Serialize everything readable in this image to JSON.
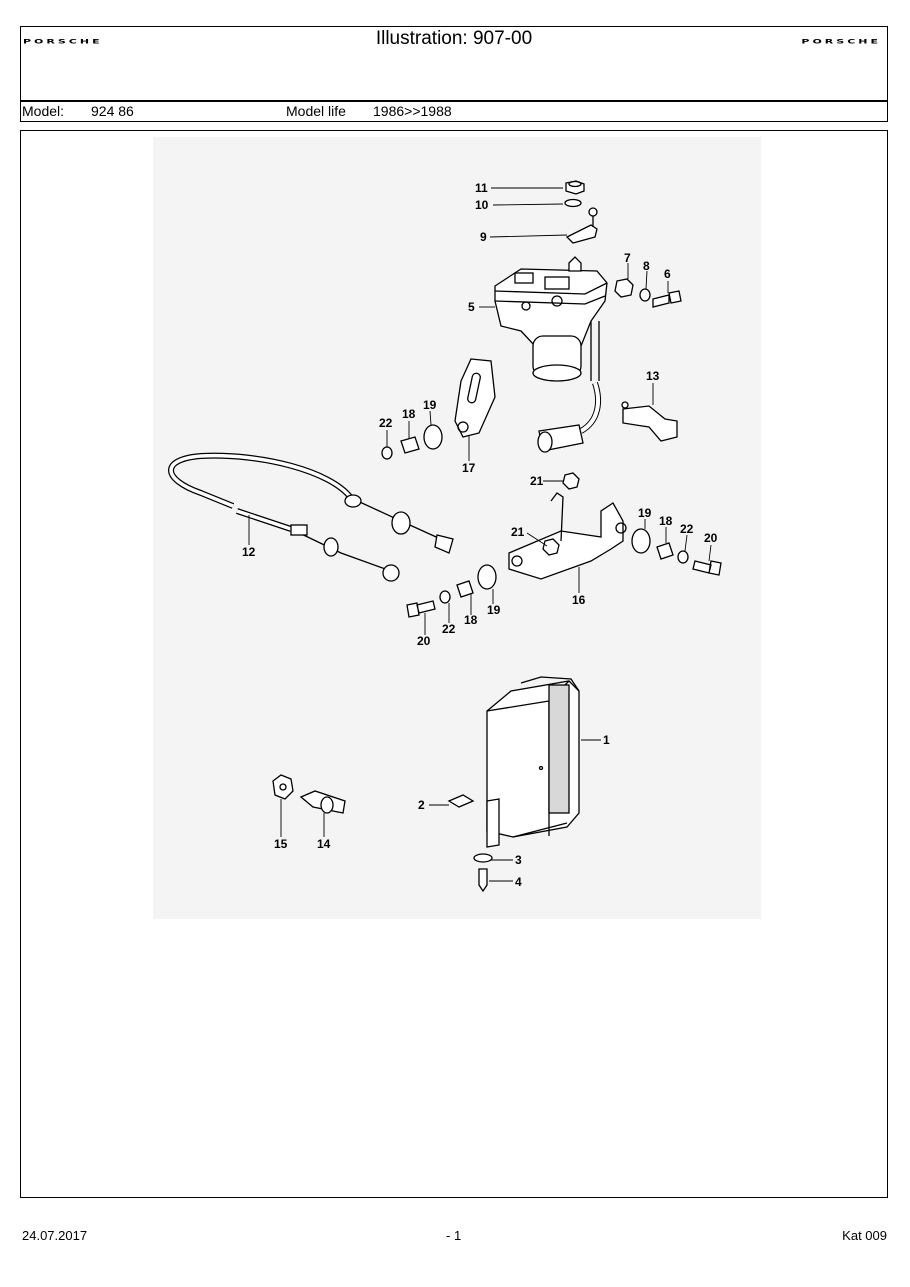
{
  "header": {
    "brand_left": "PORSCHE",
    "brand_right": "PORSCHE",
    "title": "Illustration: 907-00",
    "model_label": "Model:",
    "model_value": "924 86",
    "model_life_label": "Model life",
    "model_life_value": "1986>>1988"
  },
  "callouts": [
    "1",
    "2",
    "3",
    "4",
    "5",
    "6",
    "7",
    "8",
    "9",
    "10",
    "11",
    "12",
    "13",
    "14",
    "15",
    "16",
    "17",
    "18",
    "19",
    "20",
    "21",
    "22"
  ],
  "footer": {
    "date": "24.07.2017",
    "page": "- 1",
    "catalog": "Kat 009"
  }
}
